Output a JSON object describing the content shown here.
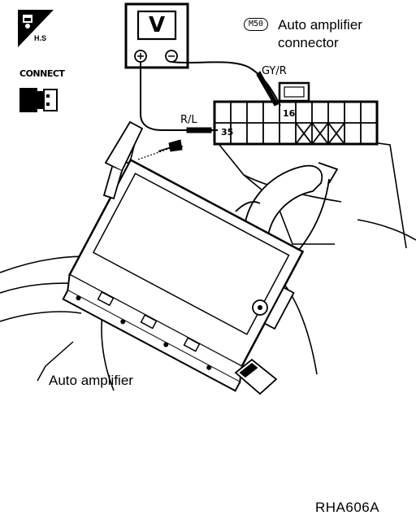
{
  "icons": {
    "hs": "H.S",
    "connect": "CONNECT"
  },
  "meter": {
    "display": "V",
    "positive": "⊕",
    "negative": "⊖"
  },
  "connector": {
    "badge": "M50",
    "title_line1": "Auto amplifier",
    "title_line2": "connector",
    "pin_a": "16",
    "pin_b": "35"
  },
  "wires": {
    "positive_wire": "GY/R",
    "negative_wire": "R/L"
  },
  "component_label": "Auto amplifier",
  "figure_code": "RHA606A"
}
